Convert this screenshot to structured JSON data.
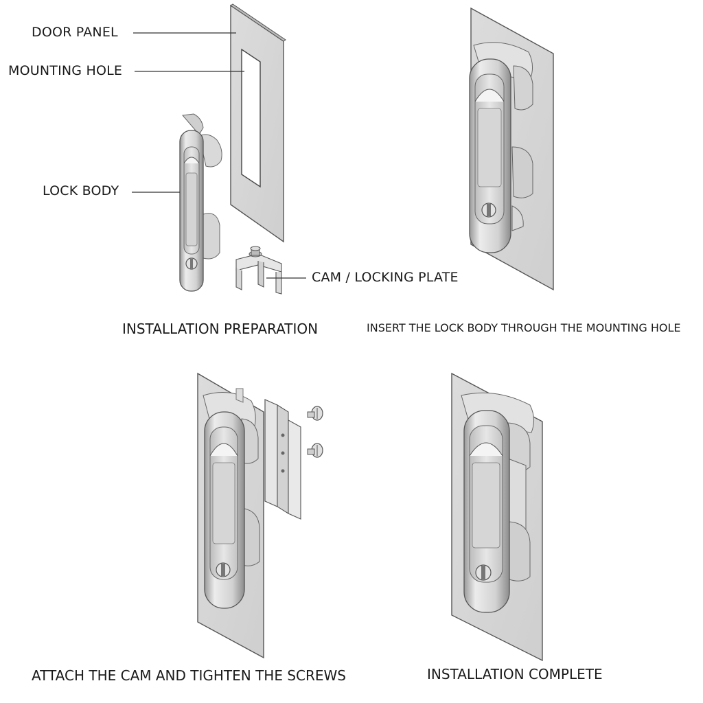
{
  "callouts": {
    "door_panel": "DOOR PANEL",
    "mounting_hole": "MOUNTING HOLE",
    "lock_body": "LOCK BODY",
    "cam_plate": "CAM / LOCKING PLATE"
  },
  "steps": [
    {
      "caption": "INSTALLATION PREPARATION"
    },
    {
      "caption": "INSERT THE LOCK BODY THROUGH THE MOUNTING HOLE"
    },
    {
      "caption": "ATTACH THE CAM AND TIGHTEN THE SCREWS"
    },
    {
      "caption": "INSTALLATION COMPLETE"
    }
  ]
}
